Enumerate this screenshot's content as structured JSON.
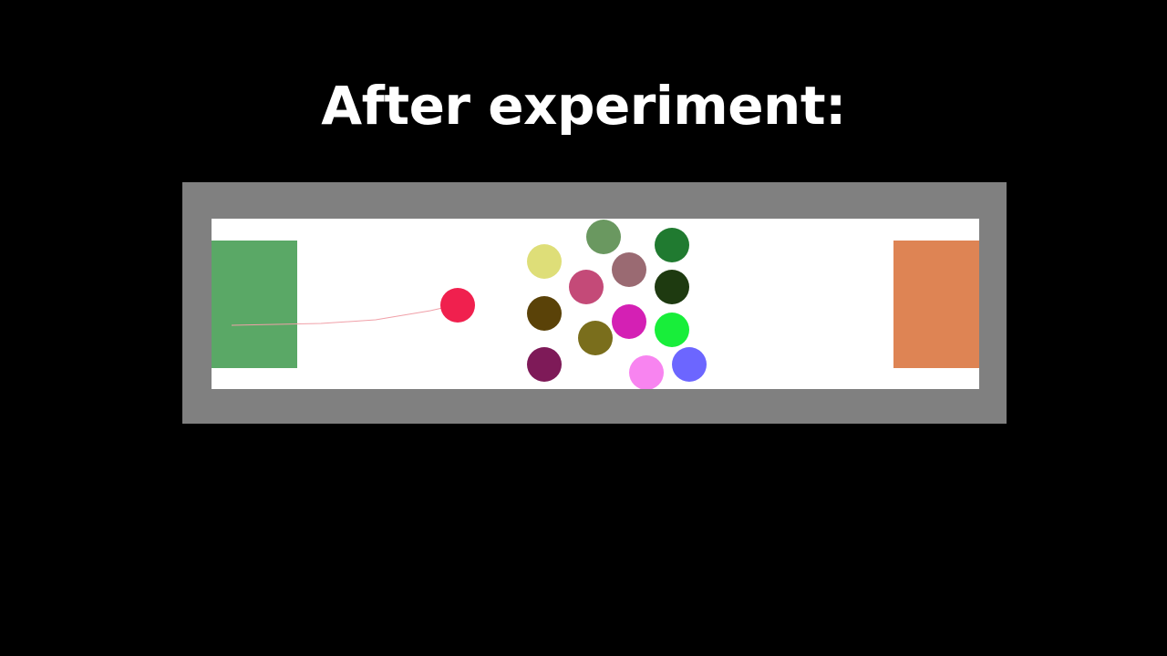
{
  "title": "After experiment:",
  "colors": {
    "background": "#000000",
    "title_text": "#ffffff",
    "frame": "#808080",
    "arena": "#ffffff",
    "left_goal": "#5aa866",
    "right_goal": "#de8454",
    "trail": "#f0a0a8"
  },
  "player_ball": {
    "color": "#f0204e"
  },
  "balls": [
    {
      "name": "ball-sage-green",
      "color": "#6a9860"
    },
    {
      "name": "ball-pale-yellow",
      "color": "#dede78"
    },
    {
      "name": "ball-forest-green",
      "color": "#207a30"
    },
    {
      "name": "ball-mauve",
      "color": "#9a6a72"
    },
    {
      "name": "ball-rose",
      "color": "#c44a78"
    },
    {
      "name": "ball-dark-green",
      "color": "#1e3a10"
    },
    {
      "name": "ball-dark-brown",
      "color": "#5a4208"
    },
    {
      "name": "ball-magenta",
      "color": "#d420b4"
    },
    {
      "name": "ball-bright-green",
      "color": "#18ee3a"
    },
    {
      "name": "ball-olive",
      "color": "#7a6e1c"
    },
    {
      "name": "ball-plum",
      "color": "#7e1a58"
    },
    {
      "name": "ball-blue-violet",
      "color": "#6c66ff"
    },
    {
      "name": "ball-pink",
      "color": "#f884f0"
    }
  ]
}
